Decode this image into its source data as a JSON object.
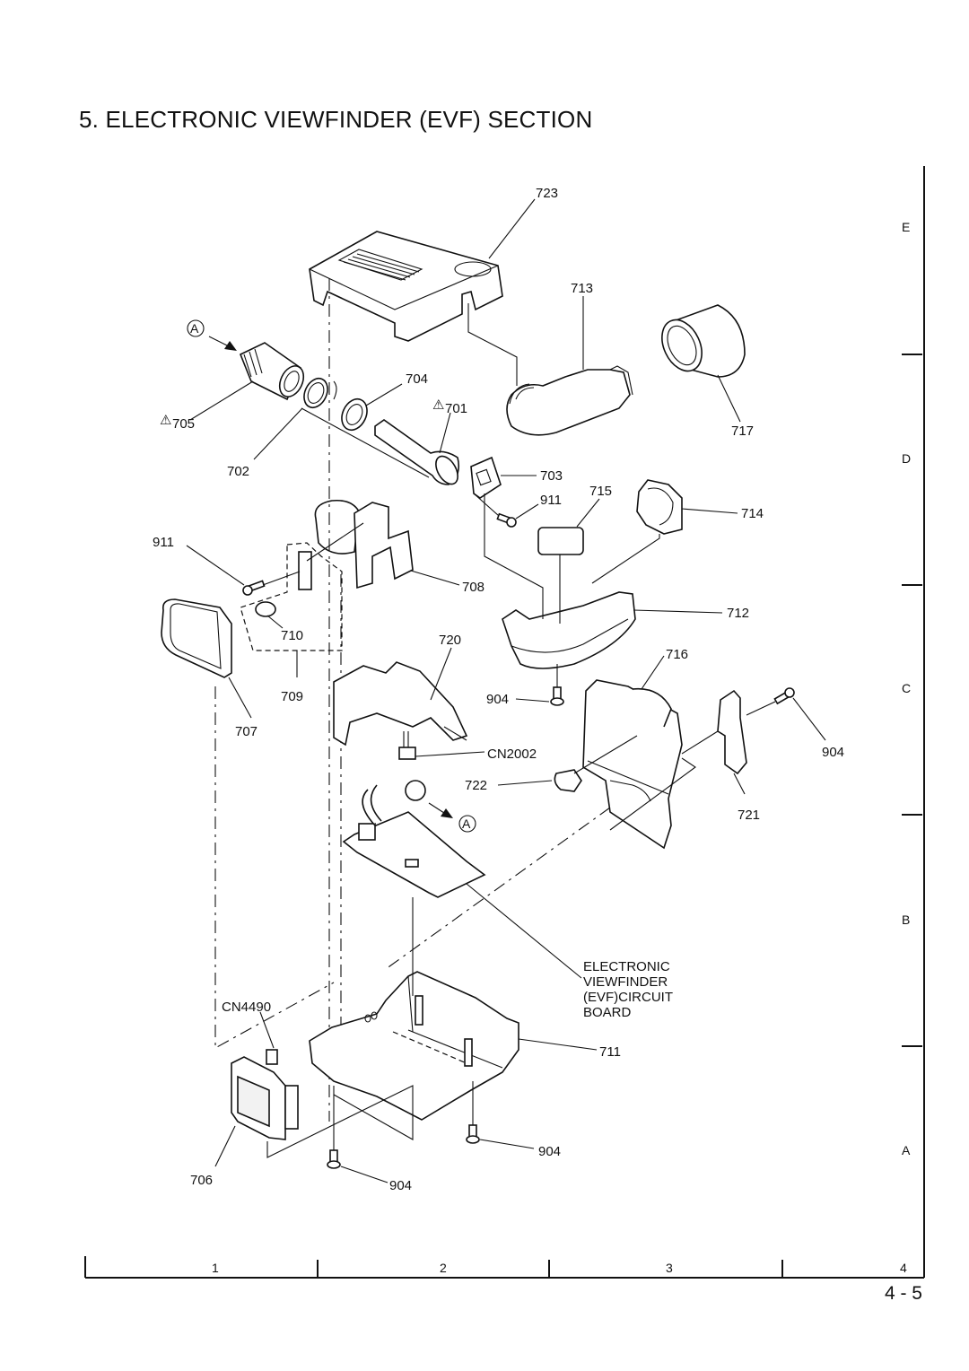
{
  "document": {
    "title": "5.  ELECTRONIC VIEWFINDER (EVF) SECTION",
    "page_number": "4 - 5"
  },
  "grid": {
    "columns": [
      "1",
      "2",
      "3",
      "4"
    ],
    "rows": [
      "E",
      "D",
      "C",
      "B",
      "A"
    ]
  },
  "reference_marker": "A",
  "warning_symbol": "⚠",
  "parts": {
    "p723": "723",
    "p713": "713",
    "p717": "717",
    "p704": "704",
    "p701": "701",
    "p705": "705",
    "p702": "702",
    "p703": "703",
    "p911a": "911",
    "p715": "715",
    "p714": "714",
    "p911b": "911",
    "p708": "708",
    "p712": "712",
    "p710": "710",
    "p720": "720",
    "p716": "716",
    "p709": "709",
    "p904a": "904",
    "p904b": "904",
    "p707": "707",
    "cn2002": "CN2002",
    "p722": "722",
    "p721": "721",
    "evf_board": [
      "ELECTRONIC",
      "VIEWFINDER",
      "(EVF)CIRCUIT",
      "BOARD"
    ],
    "cn4490": "CN4490",
    "p711": "711",
    "p904c": "904",
    "p706": "706",
    "p904d": "904"
  }
}
